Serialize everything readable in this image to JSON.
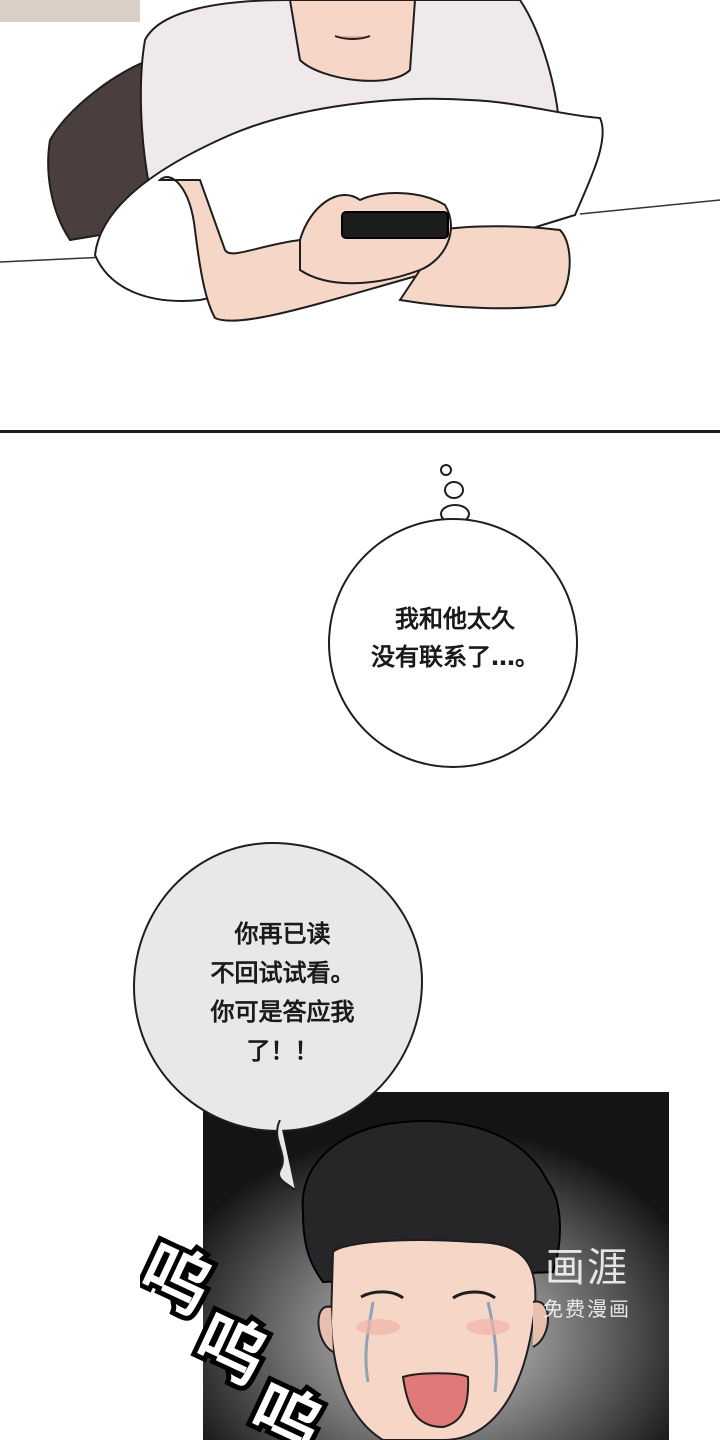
{
  "panels": {
    "thought_bubble": {
      "lines": [
        "我和他太久",
        "没有联系了…。"
      ]
    },
    "speech_bubble": {
      "lines": [
        "你再已读",
        "不回试试看。",
        "你可是答应我",
        "了！！"
      ]
    },
    "sfx": {
      "text": "呜呜呜"
    },
    "watermark": {
      "title": "画涯",
      "subtitle": "免费漫画"
    }
  }
}
